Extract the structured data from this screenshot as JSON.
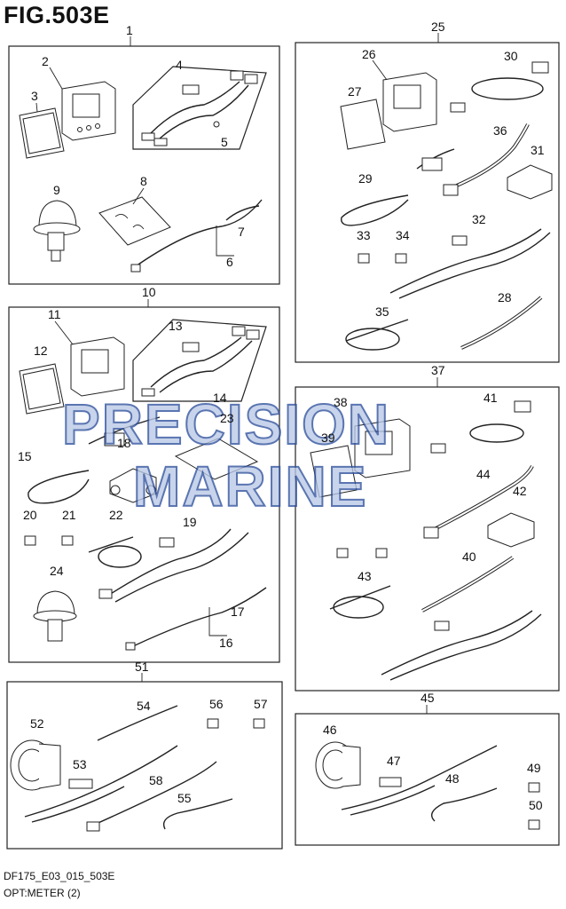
{
  "title": "FIG.503E",
  "footer": {
    "code": "DF175_E03_015_503E",
    "description": "OPT:METER (2)"
  },
  "watermark": {
    "line1": "PRECISION",
    "line2": "MARINE"
  },
  "group_labels": [
    "1",
    "10",
    "25",
    "37",
    "45",
    "51"
  ],
  "part_labels": [
    "2",
    "3",
    "4",
    "5",
    "6",
    "7",
    "8",
    "9",
    "11",
    "12",
    "13",
    "14",
    "15",
    "16",
    "17",
    "18",
    "19",
    "20",
    "21",
    "22",
    "23",
    "24",
    "26",
    "27",
    "28",
    "29",
    "30",
    "31",
    "32",
    "33",
    "34",
    "35",
    "36",
    "38",
    "39",
    "40",
    "41",
    "42",
    "43",
    "44",
    "46",
    "47",
    "48",
    "49",
    "50",
    "52",
    "53",
    "54",
    "55",
    "56",
    "57",
    "58"
  ]
}
